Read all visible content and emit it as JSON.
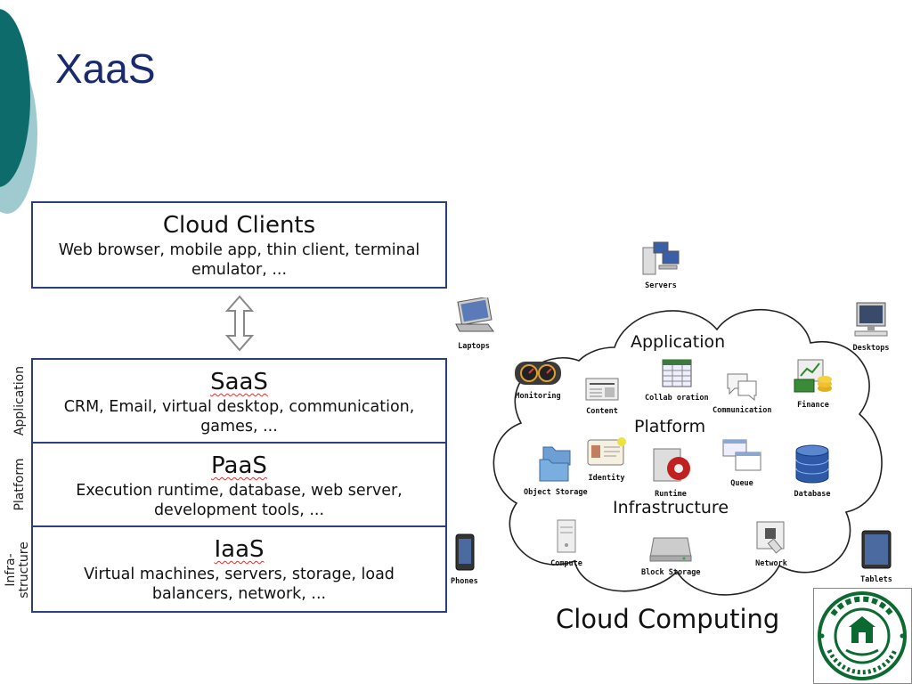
{
  "slide": {
    "title": "XaaS"
  },
  "theme": {
    "accent_dark": "#0d6b6b",
    "accent_light": "#9fcbd0",
    "title_color": "#1a2a6e",
    "box_border": "#2b3f7a"
  },
  "stack": {
    "clients": {
      "title": "Cloud Clients",
      "line1": "Web browser, mobile app, thin client, terminal",
      "line2": "emulator, ..."
    },
    "saas": {
      "title": "SaaS",
      "line1": "CRM, Email, virtual desktop, communication,",
      "line2": "games, ..."
    },
    "paas": {
      "title": "PaaS",
      "line1": "Execution runtime, database, web server,",
      "line2": "development tools, ..."
    },
    "iaas": {
      "title": "IaaS",
      "line1": "Virtual machines, servers, storage, load",
      "line2": "balancers, network, ..."
    },
    "side_labels": {
      "application": "Application",
      "platform": "Platform",
      "infra_1": "Infra-",
      "infra_2": "structure"
    },
    "arrow_icon": "double-arrow-vertical-icon"
  },
  "cloud": {
    "title": "Cloud Computing",
    "sections": {
      "application": "Application",
      "platform": "Platform",
      "infrastructure": "Infrastructure"
    },
    "icons": {
      "monitoring": "Monitoring",
      "content": "Content",
      "collaboration": "Collab oration",
      "communication": "Communication",
      "finance": "Finance",
      "object_storage": "Object Storage",
      "identity": "Identity",
      "runtime": "Runtime",
      "queue": "Queue",
      "database": "Database",
      "compute": "Compute",
      "block_storage": "Block Storage",
      "network": "Network"
    },
    "devices": {
      "servers": "Servers",
      "laptops": "Laptops",
      "desktops": "Desktops",
      "phones": "Phones",
      "tablets": "Tablets"
    }
  },
  "logo": {
    "text": "中山大学 SUN YAT-SEN UNIVERSITY"
  }
}
